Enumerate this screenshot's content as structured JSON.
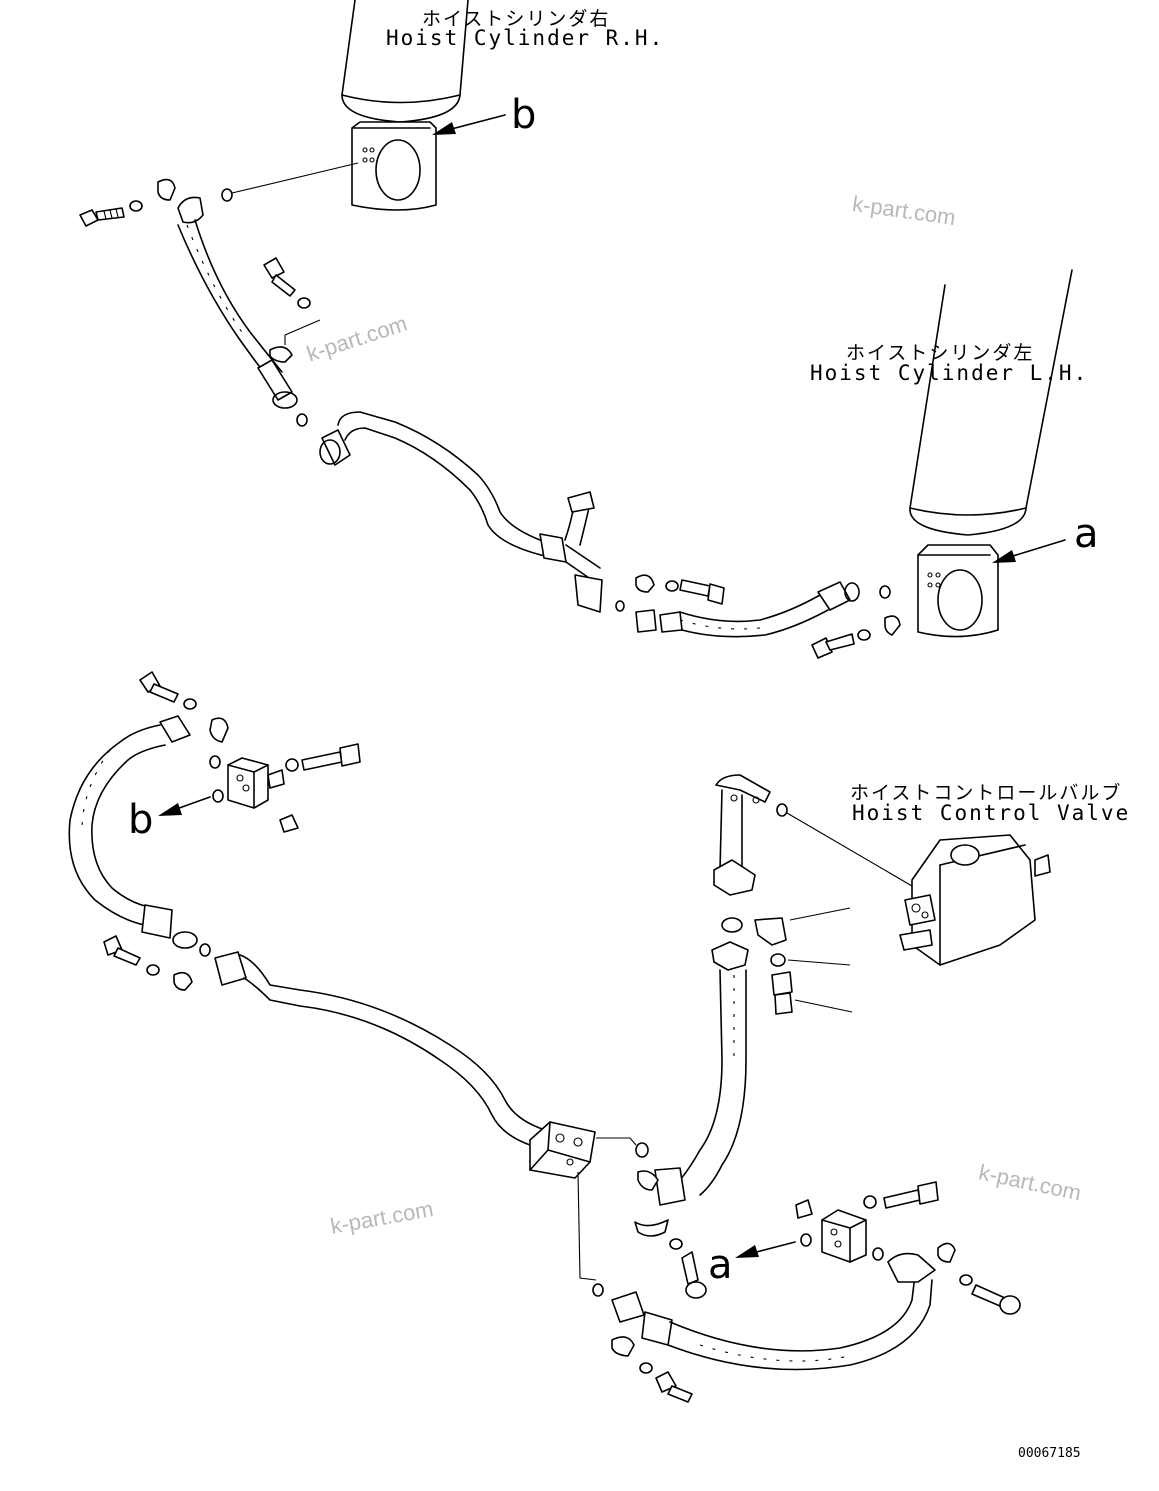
{
  "labels": {
    "rh_jp": "ホイストシリンダ右",
    "rh_en": "Hoist Cylinder R.H.",
    "lh_jp": "ホイストシリンダ左",
    "lh_en": "Hoist Cylinder L.H.",
    "valve_jp": "ホイストコントロールバルブ",
    "valve_en": "Hoist Control Valve"
  },
  "callouts": {
    "b_top": "b",
    "a_top": "a",
    "b_bottom": "b",
    "a_bottom": "a"
  },
  "watermark": "k-part.com",
  "drawing_number": "00067185"
}
